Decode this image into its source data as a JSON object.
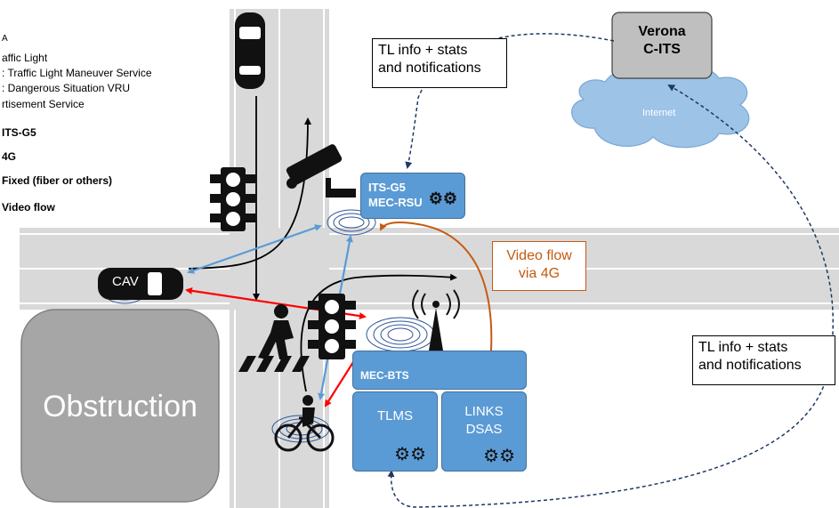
{
  "legend": {
    "header": "A",
    "entries": [
      "affic Light",
      ": Traffic Light Maneuver Service",
      ": Dangerous Situation VRU",
      "rtisement Service"
    ],
    "links": [
      "ITS-G5",
      "4G",
      "Fixed (fiber or others)",
      "Video flow"
    ]
  },
  "verona": {
    "line1": "Verona",
    "line2": "C-ITS"
  },
  "internet_label": "Internet",
  "tl_info_top": {
    "line1": "TL info + stats",
    "line2": "and notifications"
  },
  "tl_info_right": {
    "line1": "TL info + stats",
    "line2": "and notifications"
  },
  "its_rsu": {
    "line1": "ITS-G5",
    "line2": "MEC-RSU"
  },
  "video_flow": {
    "line1": "Video flow",
    "line2": "via 4G"
  },
  "mec_bts": "MEC-BTS",
  "tlms": "TLMS",
  "links_dsas": {
    "line1": "LINKS",
    "line2": "DSAS"
  },
  "cav_label": "CAV",
  "obstruction_label": "Obstruction",
  "colors": {
    "road": "#d9d9d9",
    "node_blue": "#5b9bd5",
    "video_orange": "#c55a11",
    "g5_blue": "#5b9bd5",
    "fourg_red": "#ff0000",
    "server_gray": "#bfbfbf",
    "obstruction_gray": "#a6a6a6"
  }
}
